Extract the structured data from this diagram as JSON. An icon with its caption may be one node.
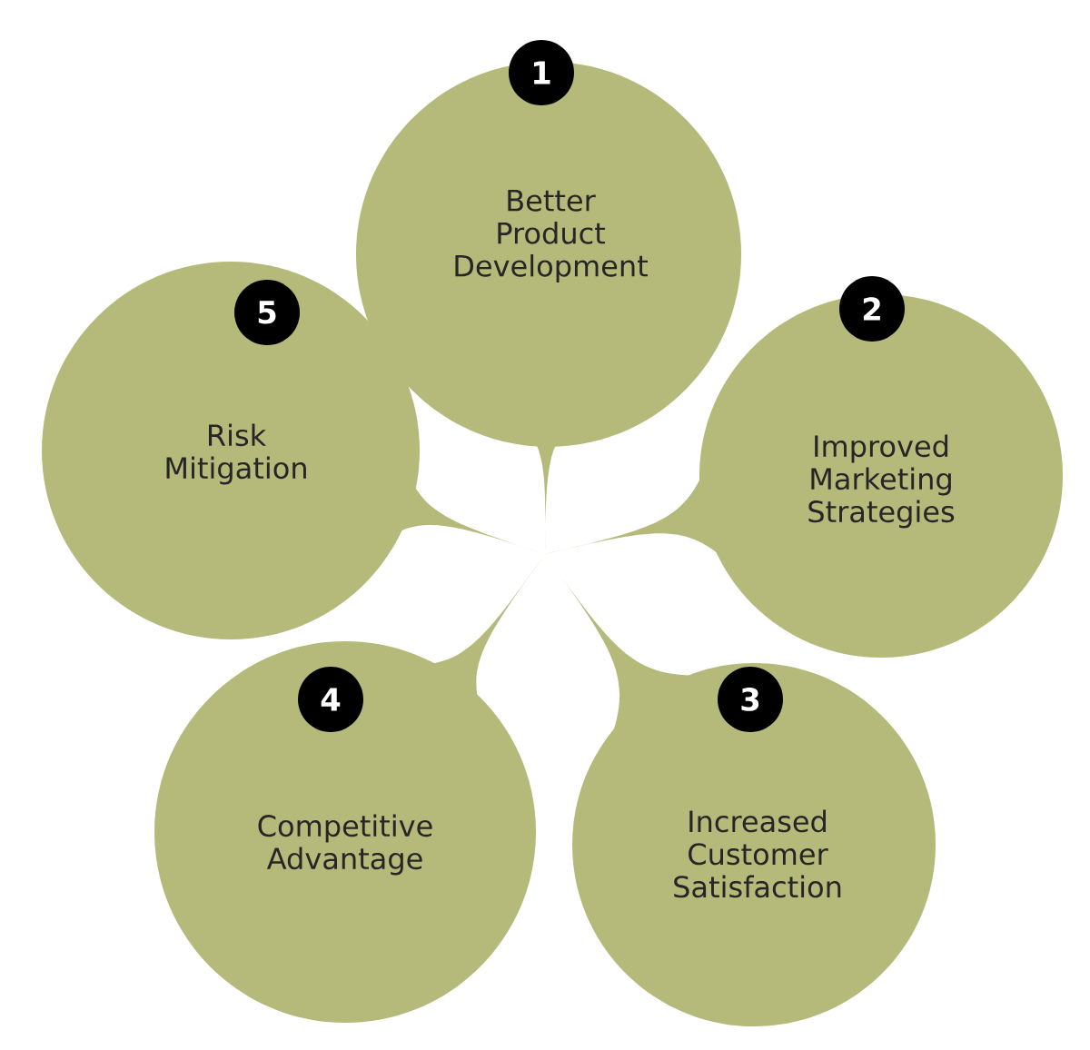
{
  "diagram": {
    "nodes": [
      {
        "text": [
          "Better Product Development"
        ]
      },
      {
        "text": [
          "1"
        ],
        "in": 0
      },
      {
        "text": [
          "Improved Marketing Strategies"
        ]
      },
      {
        "text": [
          "2"
        ],
        "in": 2
      },
      {
        "text": [
          "Increased Customer Satisfaction"
        ]
      },
      {
        "text": [
          "3"
        ],
        "in": 4
      },
      {
        "text": [
          "Competitive Advantage"
        ]
      },
      {
        "text": [
          "4"
        ],
        "in": 6
      },
      {
        "text": [
          "Risk Mitigation"
        ]
      },
      {
        "text": [
          "5"
        ],
        "in": 8
      }
    ]
  }
}
